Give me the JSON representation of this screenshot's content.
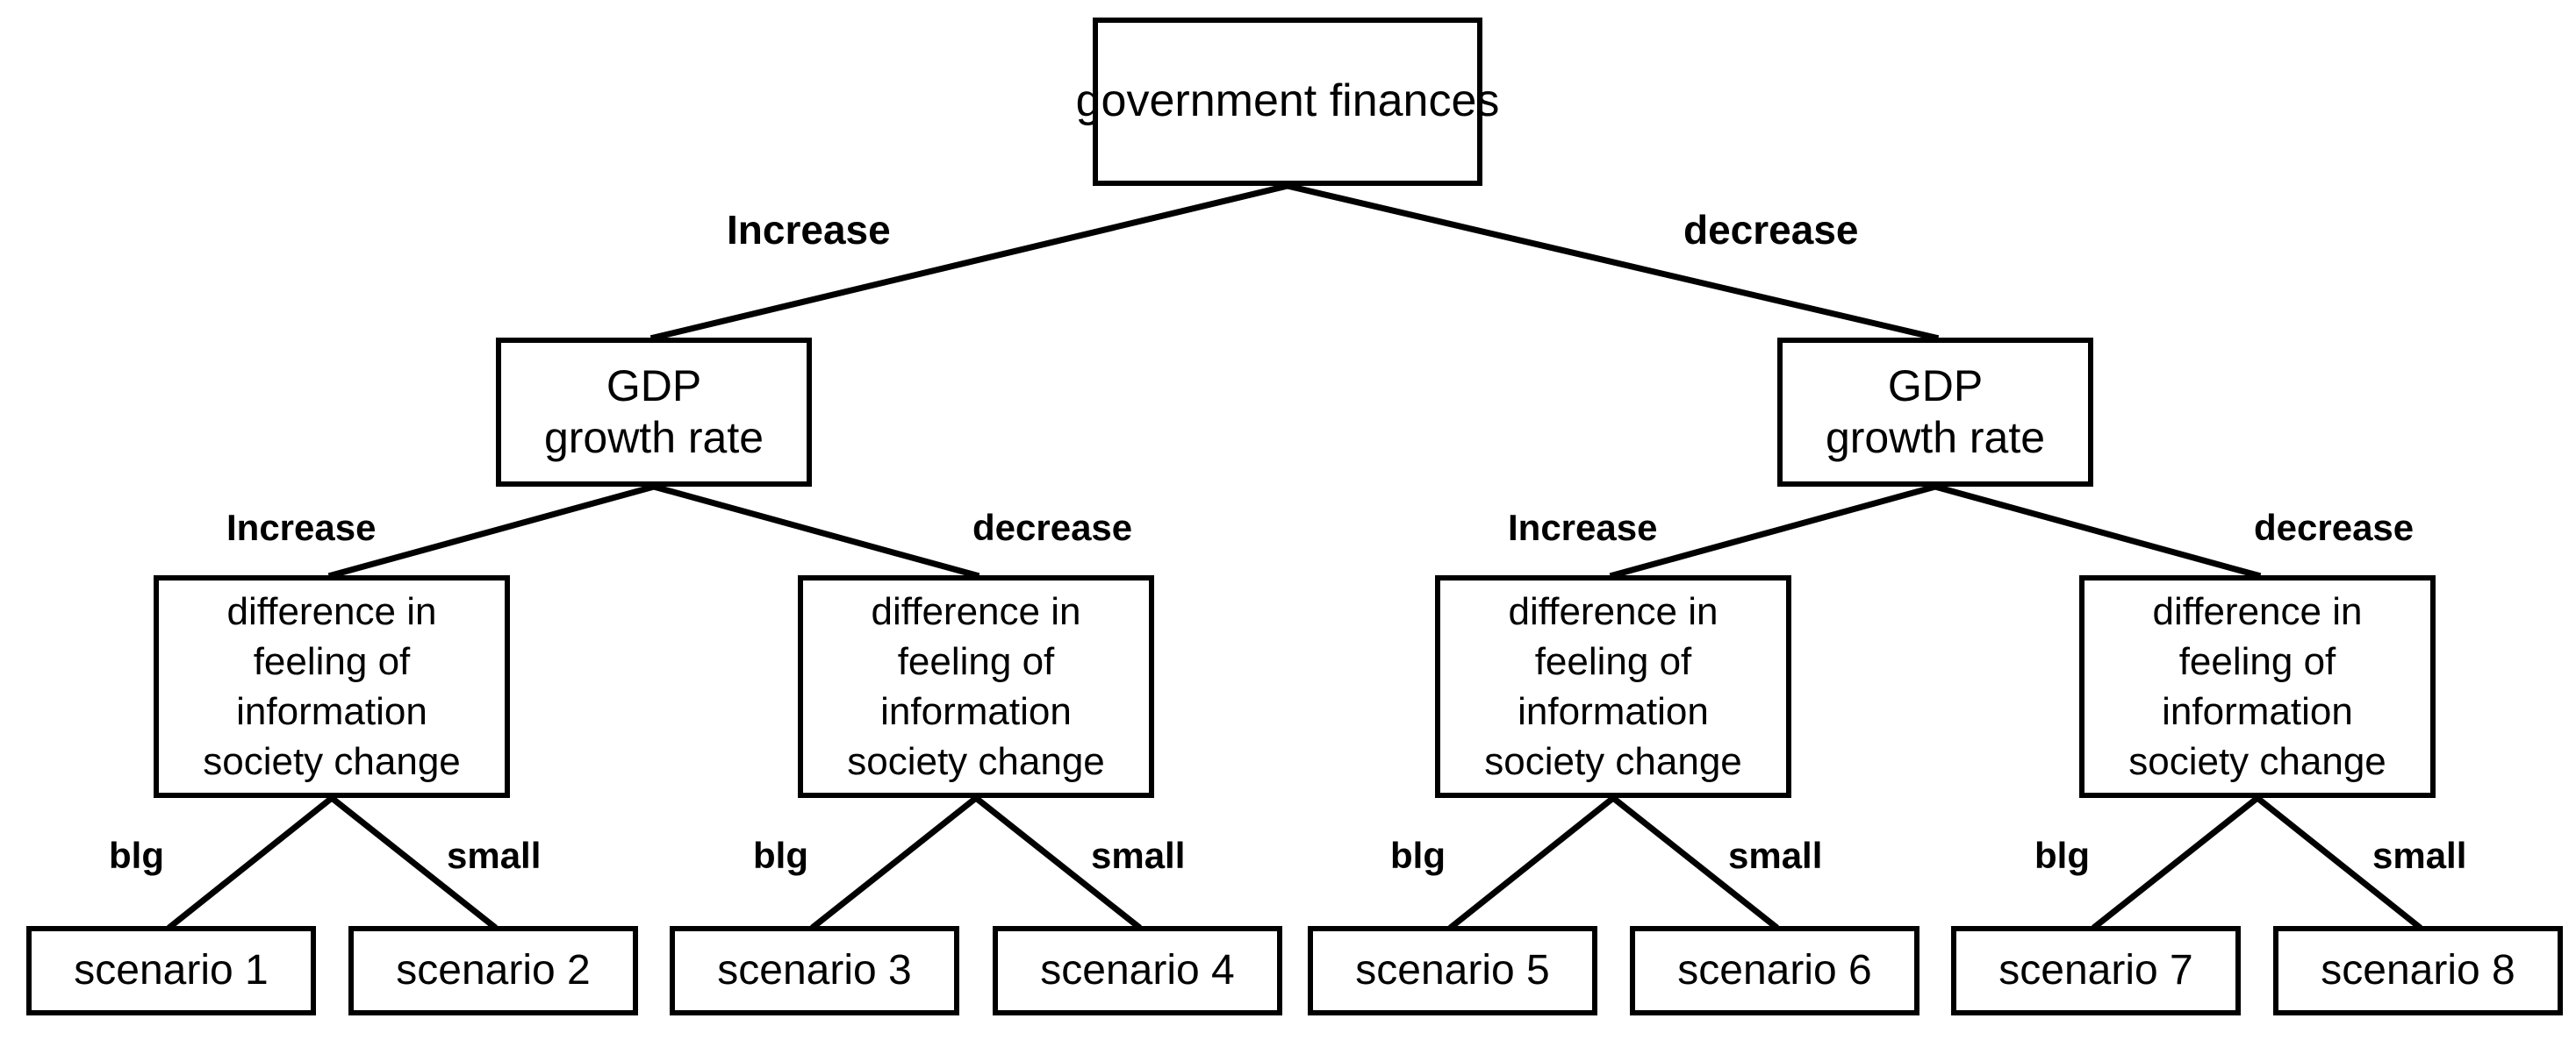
{
  "diagram": {
    "type": "scenario-tree",
    "title_visible": false,
    "colors": {
      "line": "#000000",
      "box_fill": "#ffffff",
      "text": "#000000"
    },
    "root": {
      "id": "root",
      "lines": [
        "government finances"
      ]
    },
    "level1_nodes": [
      {
        "id": "gdp-left",
        "lines": [
          "GDP",
          "growth rate"
        ]
      },
      {
        "id": "gdp-right",
        "lines": [
          "GDP",
          "growth rate"
        ]
      }
    ],
    "level1_edge_labels": [
      "Increase",
      "decrease"
    ],
    "level2_nodes": [
      {
        "id": "diff-1",
        "lines": [
          "difference in",
          "feeling of",
          "information",
          "society change"
        ]
      },
      {
        "id": "diff-2",
        "lines": [
          "difference in",
          "feeling of",
          "information",
          "society change"
        ]
      },
      {
        "id": "diff-3",
        "lines": [
          "difference in",
          "feeling of",
          "information",
          "society change"
        ]
      },
      {
        "id": "diff-4",
        "lines": [
          "difference in",
          "feeling of",
          "information",
          "society change"
        ]
      }
    ],
    "level2_edge_labels": [
      "Increase",
      "decrease",
      "Increase",
      "decrease"
    ],
    "level3_edge_labels": [
      "blg",
      "small",
      "blg",
      "small",
      "blg",
      "small",
      "blg",
      "small"
    ],
    "leaves": [
      {
        "id": "scenario-1",
        "label": "scenario 1"
      },
      {
        "id": "scenario-2",
        "label": "scenario 2"
      },
      {
        "id": "scenario-3",
        "label": "scenario 3"
      },
      {
        "id": "scenario-4",
        "label": "scenario 4"
      },
      {
        "id": "scenario-5",
        "label": "scenario 5"
      },
      {
        "id": "scenario-6",
        "label": "scenario 6"
      },
      {
        "id": "scenario-7",
        "label": "scenario 7"
      },
      {
        "id": "scenario-8",
        "label": "scenario 8"
      }
    ]
  }
}
